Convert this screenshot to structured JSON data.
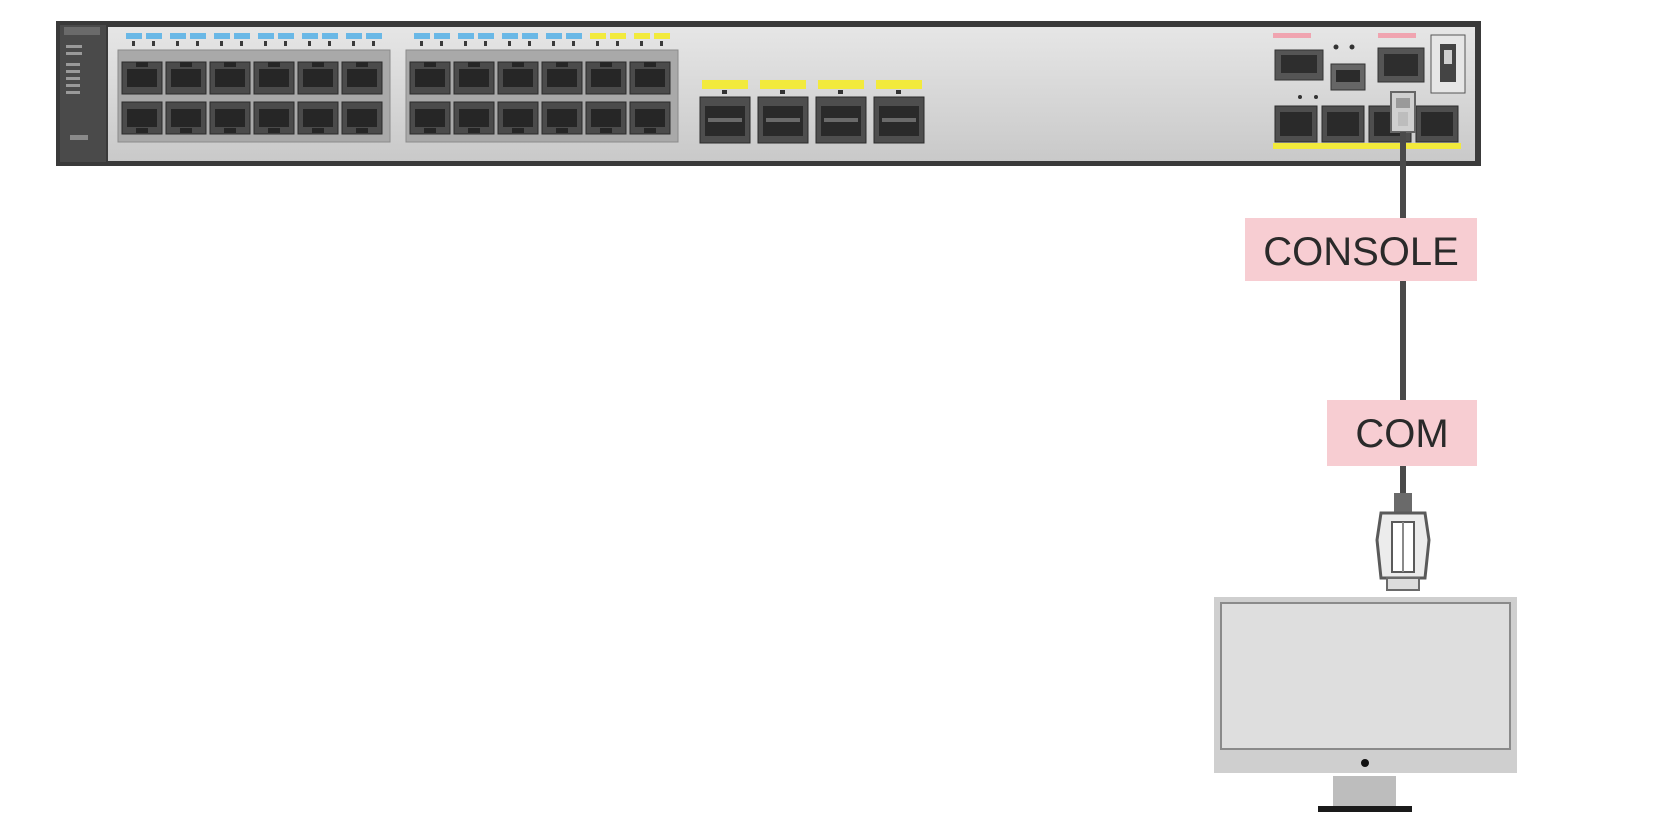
{
  "labels": {
    "console": "CONSOLE",
    "com": "COM"
  },
  "switch": {
    "rj45_groups": 2,
    "rj45_columns_per_group": 6,
    "rj45_rows": 2,
    "sfp_ports": 4,
    "uplink_sfp_ports": 4
  },
  "colors": {
    "label_fill": "#f7cdd2",
    "label_text": "#2a2a2a",
    "cable": "#4a4a4a",
    "switch_bezel": "#3a3a3a",
    "switch_panel": "#d8d8d8",
    "port_led_blue": "#6ab8e6",
    "port_led_yellow": "#f2ea3c",
    "monitor_frame": "#cfcfcf",
    "monitor_screen": "#dedede"
  },
  "icons": {
    "switch": "network-switch-icon",
    "connector": "db9-serial-connector-icon",
    "computer": "computer-monitor-icon"
  }
}
